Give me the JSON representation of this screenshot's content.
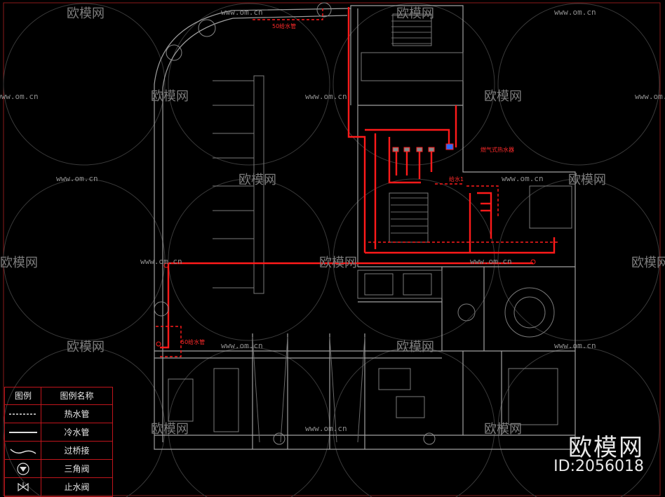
{
  "annotations": {
    "pipe_label_top": "50给水管",
    "pipe_label_bottom": "50给水管",
    "heater_label": "燃气式热水器",
    "riser_label": "给水1"
  },
  "watermark": {
    "site_text": "www.om.cn",
    "logo_text": "欧模网",
    "brand": "欧模网",
    "id": "ID:2056018"
  },
  "legend": {
    "header_symbol": "图例",
    "header_name": "图例名称",
    "items": [
      {
        "icon": "hot-water-line-icon",
        "name": "热水管"
      },
      {
        "icon": "cold-water-line-icon",
        "name": "冷水管"
      },
      {
        "icon": "bridge-joint-icon",
        "name": "过桥接"
      },
      {
        "icon": "angle-valve-icon",
        "name": "三角阀"
      },
      {
        "icon": "stop-valve-icon",
        "name": "止水阀"
      }
    ]
  },
  "colors": {
    "background": "#000000",
    "pipe": "#ff1a1a",
    "wall": "#9a9a9a",
    "legend_border": "#c0151c",
    "watermark": "#ffffff"
  }
}
